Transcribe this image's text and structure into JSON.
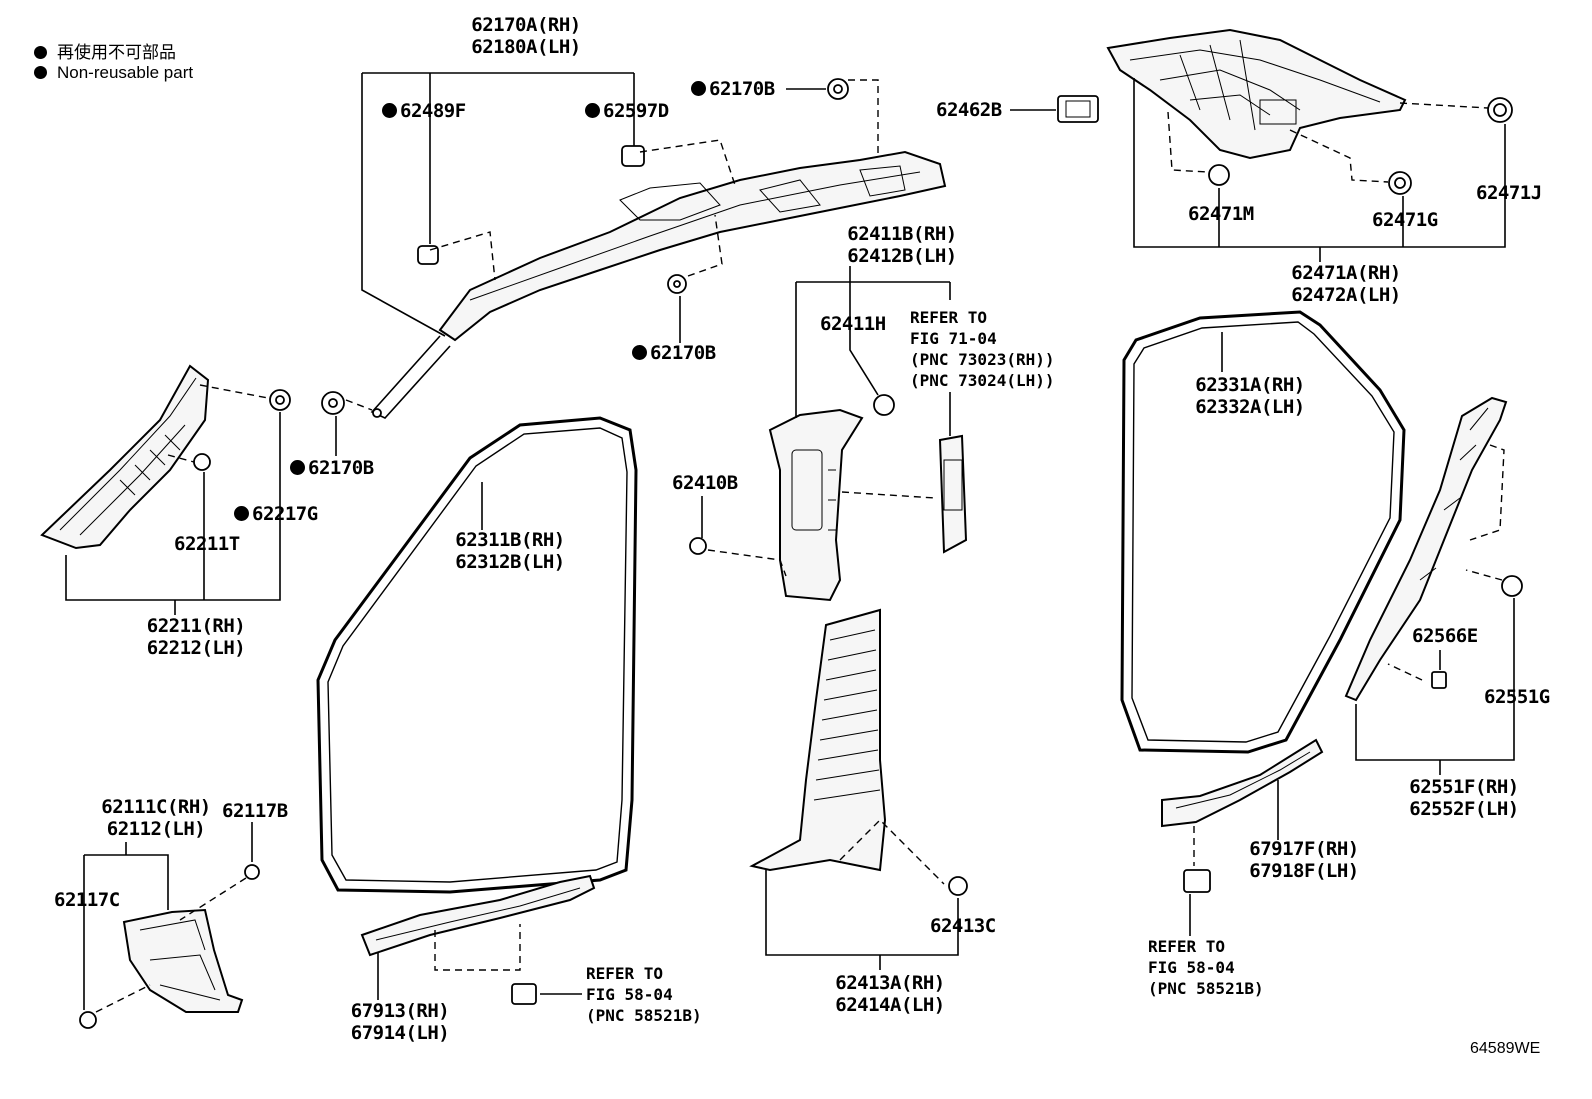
{
  "legend": [
    {
      "text": "再使用不可部品"
    },
    {
      "text": "Non-reusable part"
    }
  ],
  "labels": [
    {
      "id": "l62170A",
      "lines": [
        "62170A(RH)",
        "62180A(LH)"
      ],
      "non_reusable": false
    },
    {
      "id": "l62489F",
      "lines": [
        "62489F"
      ],
      "non_reusable": true
    },
    {
      "id": "l62597D",
      "lines": [
        "62597D"
      ],
      "non_reusable": true
    },
    {
      "id": "l62170B_top",
      "lines": [
        "62170B"
      ],
      "non_reusable": true
    },
    {
      "id": "l62462B",
      "lines": [
        "62462B"
      ],
      "non_reusable": false
    },
    {
      "id": "l62471M",
      "lines": [
        "62471M"
      ],
      "non_reusable": false
    },
    {
      "id": "l62471G",
      "lines": [
        "62471G"
      ],
      "non_reusable": false
    },
    {
      "id": "l62471J",
      "lines": [
        "62471J"
      ],
      "non_reusable": false
    },
    {
      "id": "l62471A",
      "lines": [
        "62471A(RH)",
        "62472A(LH)"
      ],
      "non_reusable": false
    },
    {
      "id": "l62170B_mid",
      "lines": [
        "62170B"
      ],
      "non_reusable": true
    },
    {
      "id": "l62411B",
      "lines": [
        "62411B(RH)",
        "62412B(LH)"
      ],
      "non_reusable": false
    },
    {
      "id": "l62411H",
      "lines": [
        "62411H"
      ],
      "non_reusable": false
    },
    {
      "id": "l62331A",
      "lines": [
        "62331A(RH)",
        "62332A(LH)"
      ],
      "non_reusable": false
    },
    {
      "id": "l62170B_left",
      "lines": [
        "62170B"
      ],
      "non_reusable": true
    },
    {
      "id": "l62217G",
      "lines": [
        "62217G"
      ],
      "non_reusable": true
    },
    {
      "id": "l62211T",
      "lines": [
        "62211T"
      ],
      "non_reusable": false
    },
    {
      "id": "l62211",
      "lines": [
        "62211(RH)",
        "62212(LH)"
      ],
      "non_reusable": false
    },
    {
      "id": "l62311B",
      "lines": [
        "62311B(RH)",
        "62312B(LH)"
      ],
      "non_reusable": false
    },
    {
      "id": "l62410B",
      "lines": [
        "62410B"
      ],
      "non_reusable": false
    },
    {
      "id": "l62566E",
      "lines": [
        "62566E"
      ],
      "non_reusable": false
    },
    {
      "id": "l62551G",
      "lines": [
        "62551G"
      ],
      "non_reusable": false
    },
    {
      "id": "l62551F",
      "lines": [
        "62551F(RH)",
        "62552F(LH)"
      ],
      "non_reusable": false
    },
    {
      "id": "l62111C",
      "lines": [
        "62111C(RH)",
        "62112(LH)"
      ],
      "non_reusable": false
    },
    {
      "id": "l62117B",
      "lines": [
        "62117B"
      ],
      "non_reusable": false
    },
    {
      "id": "l62117C",
      "lines": [
        "62117C"
      ],
      "non_reusable": false
    },
    {
      "id": "l67917F",
      "lines": [
        "67917F(RH)",
        "67918F(LH)"
      ],
      "non_reusable": false
    },
    {
      "id": "l62413C",
      "lines": [
        "62413C"
      ],
      "non_reusable": false
    },
    {
      "id": "l62413A",
      "lines": [
        "62413A(RH)",
        "62414A(LH)"
      ],
      "non_reusable": false
    },
    {
      "id": "l67913",
      "lines": [
        "67913(RH)",
        "67914(LH)"
      ],
      "non_reusable": false
    }
  ],
  "references": [
    {
      "id": "ref71",
      "lines": [
        "REFER TO",
        "FIG 71-04",
        "(PNC 73023(RH))",
        "(PNC 73024(LH))"
      ]
    },
    {
      "id": "ref58a",
      "lines": [
        "REFER TO",
        "FIG 58-04",
        "(PNC 58521B)"
      ]
    },
    {
      "id": "ref58b",
      "lines": [
        "REFER TO",
        "FIG 58-04",
        "(PNC 58521B)"
      ]
    }
  ],
  "illustration_code": "64589WE"
}
